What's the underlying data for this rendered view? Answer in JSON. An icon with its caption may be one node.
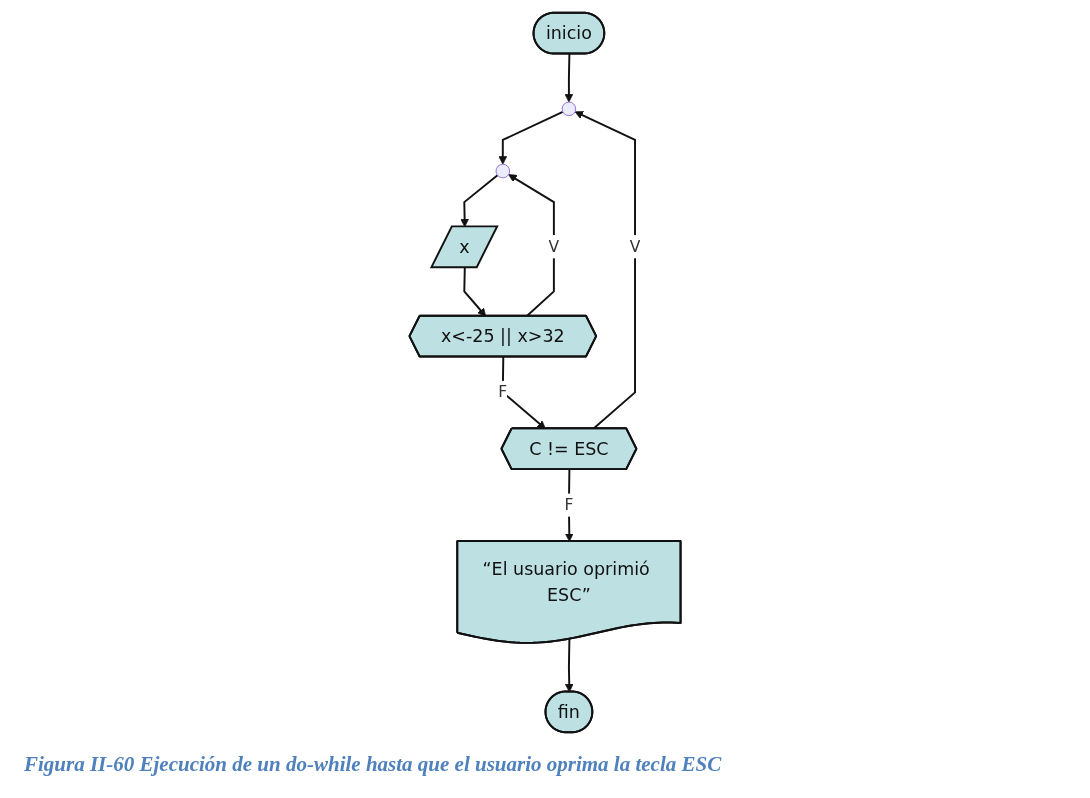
{
  "diagram": {
    "caption": "Figura II-60 Ejecución de un do-while hasta que el usuario oprima la tecla ESC",
    "nodes": [
      {
        "text": [
          "inicio"
        ]
      },
      {
        "text": [],
        "shape": "circle"
      },
      {
        "text": [],
        "shape": "circle"
      },
      {
        "text": [
          "x"
        ]
      },
      {
        "text": [
          "x<-25 || x>32"
        ]
      },
      {
        "text": [
          "C != ESC"
        ]
      },
      {
        "text": [
          "“El usuario oprimió ESC”"
        ]
      },
      {
        "text": [
          "fin"
        ]
      }
    ],
    "edges": [
      {
        "from": 0,
        "to": 1,
        "arrow": "to"
      },
      {
        "from": 1,
        "to": 2,
        "arrow": "to"
      },
      {
        "from": 2,
        "to": 3,
        "arrow": "to"
      },
      {
        "from": 3,
        "to": 4,
        "arrow": "to"
      },
      {
        "from": 4,
        "to": 2,
        "label": "V",
        "arrow": "to"
      },
      {
        "from": 4,
        "to": 5,
        "label": "F",
        "arrow": "to"
      },
      {
        "from": 5,
        "to": 1,
        "label": "V",
        "arrow": "to"
      },
      {
        "from": 5,
        "to": 6,
        "label": "F",
        "arrow": "to"
      },
      {
        "from": 6,
        "to": 7,
        "arrow": "to"
      }
    ]
  }
}
